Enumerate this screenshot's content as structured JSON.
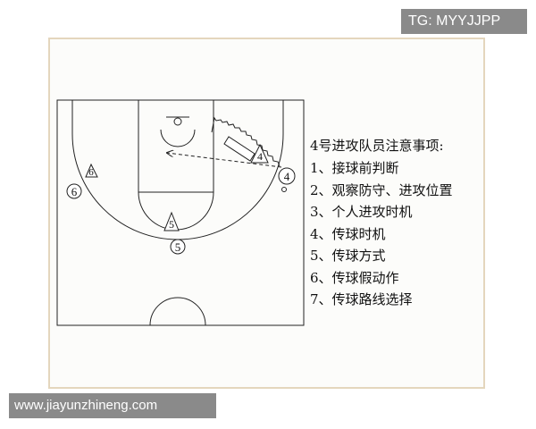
{
  "watermarks": {
    "top_right": "TG: MYYJJPP",
    "bottom_left": "www.jiayunzhineng.com"
  },
  "notes": {
    "title": "4号进攻队员注意事项:",
    "items": [
      "1、接球前判断",
      "2、观察防守、进攻位置",
      "3、个人进攻时机",
      "4、传球时机",
      "5、传球方式",
      "6、传球假动作",
      "7、传球路线选择"
    ]
  },
  "players": {
    "offense": [
      {
        "label": "4"
      },
      {
        "label": "5"
      },
      {
        "label": "6"
      }
    ],
    "defense": [
      {
        "label": "4"
      },
      {
        "label": "5"
      },
      {
        "label": "6"
      }
    ]
  },
  "colors": {
    "frame_border": "#e4d6bd",
    "lines": "#222222",
    "watermark_bg": "#8a8a8a"
  }
}
